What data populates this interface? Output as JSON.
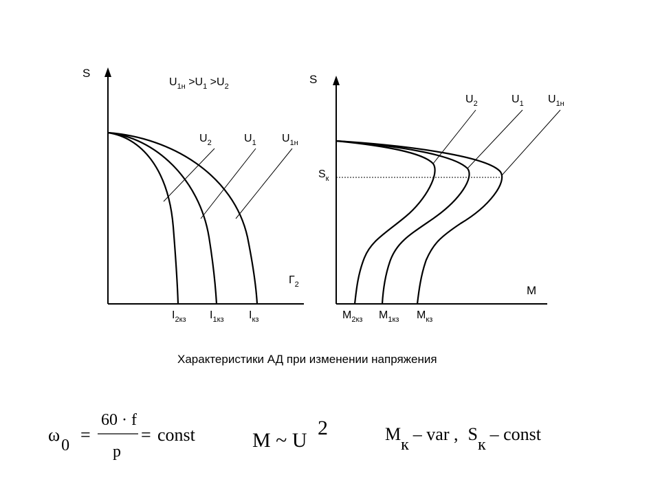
{
  "left_chart": {
    "y_axis_label": "S",
    "x_axis_label": {
      "main": "Г",
      "sub": "2"
    },
    "condition": [
      {
        "main": "U",
        "sub": "1н"
      },
      {
        "main": " >U",
        "sub": "1"
      },
      {
        "main": " >U",
        "sub": "2"
      }
    ],
    "curve_labels": [
      {
        "main": "U",
        "sub": "2"
      },
      {
        "main": "U",
        "sub": "1"
      },
      {
        "main": "U",
        "sub": "1н"
      }
    ],
    "x_ticks": [
      {
        "main": "I",
        "sub": "2кз"
      },
      {
        "main": "I",
        "sub": "1кз"
      },
      {
        "main": "I",
        "sub": "кз"
      }
    ]
  },
  "right_chart": {
    "y_axis_label": "S",
    "x_axis_label": "M",
    "critical_slip": {
      "main": "S",
      "sub": "к"
    },
    "curve_labels": [
      {
        "main": "U",
        "sub": "2"
      },
      {
        "main": "U",
        "sub": "1"
      },
      {
        "main": "U",
        "sub": "1н"
      }
    ],
    "x_ticks": [
      {
        "main": "M",
        "sub": "2кз"
      },
      {
        "main": "M",
        "sub": "1кз"
      },
      {
        "main": "M",
        "sub": "кз"
      }
    ]
  },
  "caption": "Характеристики АД при изменении напряжения",
  "formulas": {
    "omega": {
      "lhs": "ω",
      "lhs_sub": "0",
      "eq1": "=",
      "numerator": "60 · f",
      "denominator": "p",
      "eq2": "=",
      "rhs": "const"
    },
    "torque": {
      "lhs": "M ~ U",
      "power": "2"
    },
    "critical": {
      "m": "M",
      "m_sub": "к",
      "m_rest": "– var ,",
      "s": "S",
      "s_sub": "к",
      "s_rest": "– const"
    }
  }
}
